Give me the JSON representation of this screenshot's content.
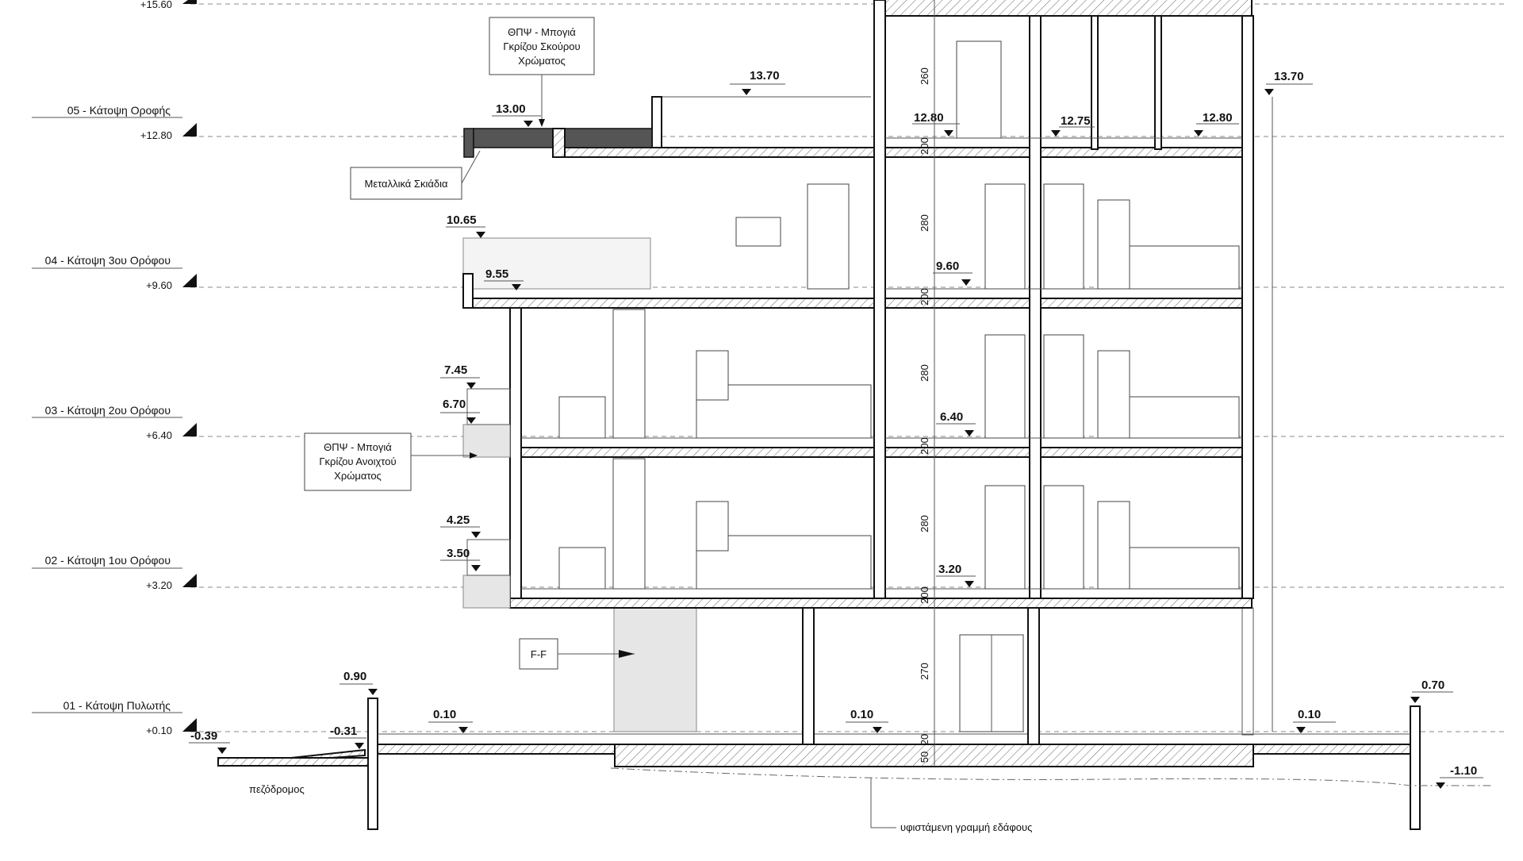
{
  "levels": [
    {
      "name": "",
      "value": "+15.60"
    },
    {
      "name": "05 - Κάτοψη Οροφής",
      "value": "+12.80"
    },
    {
      "name": "04 - Κάτοψη 3ου Ορόφου",
      "value": "+9.60"
    },
    {
      "name": "03 - Κάτοψη 2ου Ορόφου",
      "value": "+6.40"
    },
    {
      "name": "02 - Κάτοψη 1ου Ορόφου",
      "value": "+3.20"
    },
    {
      "name": "01 - Κάτοψη Πυλωτής",
      "value": "+0.10"
    }
  ],
  "elevations": [
    "13.70",
    "13.00",
    "12.80",
    "12.75",
    "12.80",
    "13.70",
    "10.65",
    "9.55",
    "9.60",
    "7.45",
    "6.70",
    "6.40",
    "4.25",
    "3.50",
    "3.20",
    "0.90",
    "-0.39",
    "-0.31",
    "0.10",
    "0.10",
    "0.10",
    "0.70",
    "-1.10"
  ],
  "dimensions": [
    "260",
    "200",
    "280",
    "200",
    "280",
    "200",
    "280",
    "200",
    "270",
    "20",
    "50"
  ],
  "notes": {
    "dark_panel": [
      "ΘΠΨ - Μπογιά",
      "Γκρίζου Σκούρου",
      "Χρώματος"
    ],
    "shading": "Μεταλλικά Σκιάδια",
    "light_panel": [
      "ΘΠΨ - Μπογιά",
      "Γκρίζου Ανοιχτού",
      "Χρώματος"
    ],
    "section_mark": "F-F",
    "sidewalk": "πεζόδρομος",
    "ground_line": "υφιστάμενη γραμμή εδάφους"
  }
}
